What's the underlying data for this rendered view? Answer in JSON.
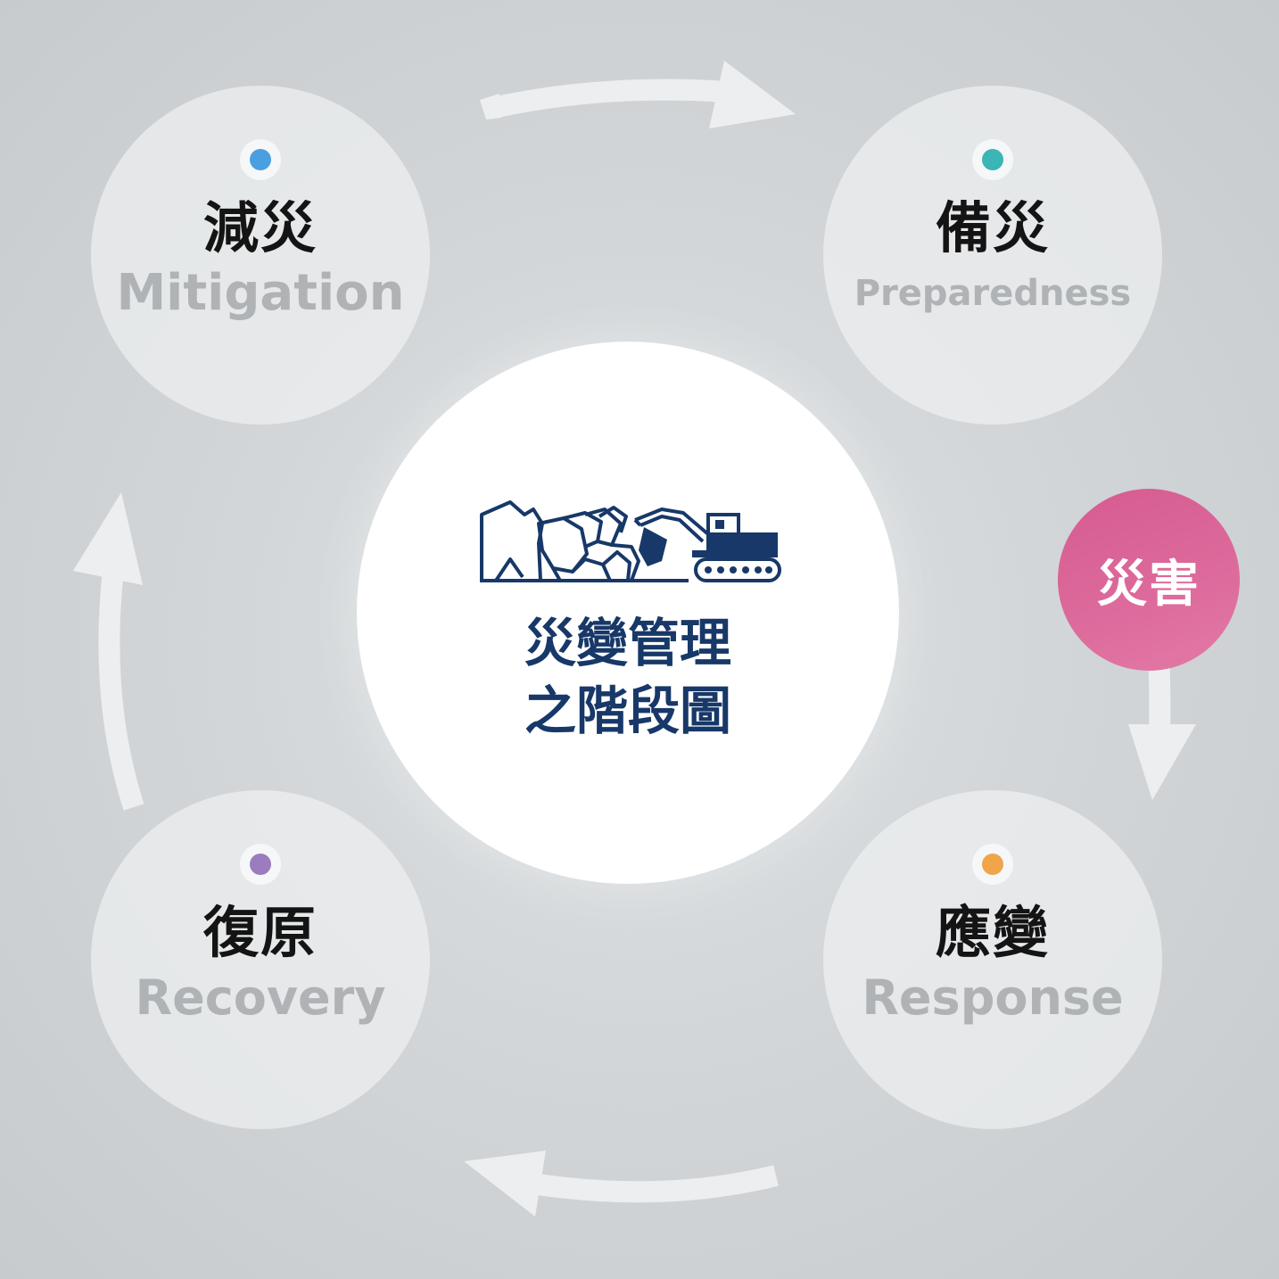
{
  "center": {
    "title_line1": "災變管理",
    "title_line2": "之階段圖",
    "illustration_icon": "rubble-excavator-icon",
    "title_color": "#173868"
  },
  "stages": {
    "mitigation": {
      "zh": "減災",
      "en": "Mitigation",
      "dot_color": "#4a9fe0"
    },
    "preparedness": {
      "zh": "備災",
      "en": "Preparedness",
      "dot_color": "#3bb5b5"
    },
    "response": {
      "zh": "應變",
      "en": "Response",
      "dot_color": "#f0a54a"
    },
    "recovery": {
      "zh": "復原",
      "en": "Recovery",
      "dot_color": "#9b7cbf"
    }
  },
  "disaster": {
    "label": "災害",
    "color": "#d65b90"
  },
  "arrows": [
    "arrow-right-icon",
    "arrow-down-icon",
    "arrow-left-icon",
    "arrow-up-icon"
  ]
}
